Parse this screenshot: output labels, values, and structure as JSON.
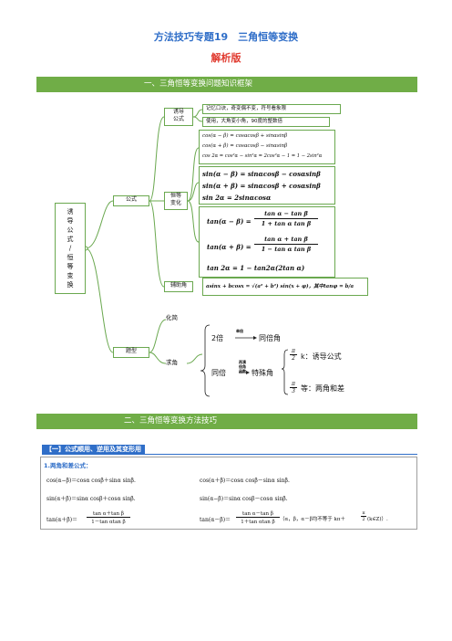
{
  "header": {
    "title": "方法技巧专题19　三角恒等变换",
    "subtitle": "解析版"
  },
  "sections": {
    "one": "一、三角恒等变换问题知识框架",
    "two": "二、三角恒等变换方法技巧"
  },
  "mindmap": {
    "root": [
      "诱",
      "导",
      "公",
      "式",
      "/",
      "恒",
      "等",
      "变",
      "换"
    ],
    "formula": "公式",
    "induction": [
      "诱导",
      "公式"
    ],
    "mnemonic1": "记忆口诀，奇变偶不变，符号看象限",
    "mnemonic2": "使用，大角变小角，90度的整数倍",
    "identity": [
      "恒等",
      "变化"
    ],
    "cos_lines": [
      "cos(α − β) = cosαcosβ + sinαsinβ",
      "cos(α + β) = cosαcosβ − sinαsinβ",
      "cos 2α = cos²α − sin²α = 2cos²α − 1 = 1 − 2sin²α"
    ],
    "sin_lines": [
      "sin(α − β) = sinαcosβ − cosαsinβ",
      "sin(α + β) = sinαcosβ + cosαsinβ",
      "sin 2α = 2sinαcosα"
    ],
    "tan_minus": {
      "lhs": "tan(α − β) =",
      "num": "tan α − tan β",
      "den": "1 + tan α tan β"
    },
    "tan_plus": {
      "lhs": "tan(α + β) =",
      "num": "tan α + tan β",
      "den": "1 − tan α tan β"
    },
    "tan_double": "tan 2α = 1 − tan2α(2tan α)",
    "auxiliary": "辅助角",
    "auxiliary_formula": "asinx + bcosx = √(a² + b²) sin(x + φ)，其中tanφ = b/a",
    "question_type": "题型",
    "simplify": "化简",
    "evaluate": "求角",
    "double": "2倍",
    "double_arrow": "单倍",
    "double_result": "同倍角",
    "same": "同倍",
    "same_arrow": [
      "再凑",
      "倍角",
      "函数"
    ],
    "special": "特殊角",
    "k_pi": {
      "num": "π",
      "den": "2",
      "text": "k：诱导公式"
    },
    "pi3": {
      "num": "π",
      "den": "3",
      "text": "等：两角和差"
    }
  },
  "part": {
    "label": "【一】公式顺用、逆用及其变形用",
    "item1": "1.两角和差公式：",
    "cos_minus": "cos(α−β)＝cosα cosβ＋sinα sinβ.",
    "cos_plus": "cos(α＋β)＝cosα cosβ－sinα sinβ.",
    "sin_plus": "sin(α＋β)＝sinα cosβ＋cosα sinβ.",
    "sin_minus": "sin(α−β)＝sinα cosβ－cosα sinβ.",
    "tan_plus_lhs": "tan(α＋β)＝",
    "tan_plus_num": "tan α＋tan β",
    "tan_plus_den": "1－tan αtan β",
    "tan_minus_lhs": "tan(α－β)＝",
    "tan_minus_num": "tan α－tan β",
    "tan_minus_den": "1＋tan αtan β",
    "tan_minus_cond": "（α，β，α－β均不等于 kπ＋",
    "tan_minus_cond_num": "π",
    "tan_minus_cond_den": "2",
    "tan_minus_cond_end": "(k∈Z)）."
  }
}
